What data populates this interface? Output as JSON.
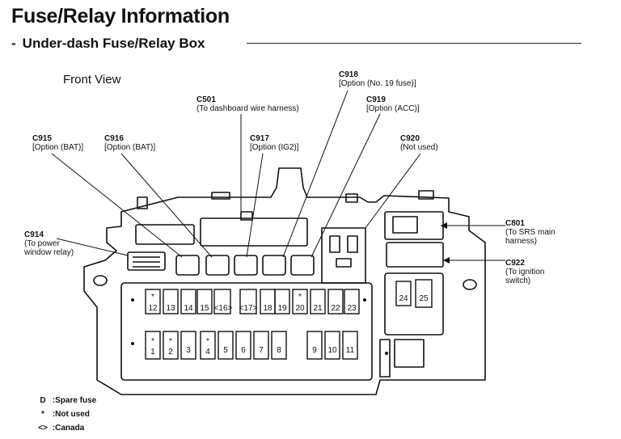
{
  "header": {
    "title": "Fuse/Relay Information",
    "subtitle_dash": "-",
    "subtitle": "Under-dash Fuse/Relay Box"
  },
  "view_label": "Front View",
  "connectors": {
    "c501": {
      "id": "C501",
      "desc": "(To dashboard wire harness)"
    },
    "c918": {
      "id": "C918",
      "desc": "[Option (No. 19 fuse)]"
    },
    "c919": {
      "id": "C919",
      "desc": "[Option (ACC)]"
    },
    "c915": {
      "id": "C915",
      "desc": "[Option (BAT)]"
    },
    "c916": {
      "id": "C916",
      "desc": "[Option (BAT)]"
    },
    "c917": {
      "id": "C917",
      "desc": "[Option (IG2)]"
    },
    "c920": {
      "id": "C920",
      "desc": "(Not used)"
    },
    "c914": {
      "id": "C914",
      "desc_lines": [
        "(To power",
        "window relay)"
      ]
    },
    "c801": {
      "id": "C801",
      "desc_lines": [
        "(To SRS main",
        "harness)"
      ]
    },
    "c922": {
      "id": "C922",
      "desc_lines": [
        "(To ignition",
        "switch)"
      ]
    }
  },
  "fuses_top": [
    "12",
    "13",
    "14",
    "15",
    "<16>",
    "<17>",
    "18",
    "19",
    "20",
    "21",
    "22",
    "23"
  ],
  "fuses_bottom": [
    "1",
    "2",
    "3",
    "4",
    "5",
    "6",
    "7",
    "8",
    "9",
    "10",
    "11"
  ],
  "fuses_right": [
    "24",
    "25"
  ],
  "legend": [
    {
      "symbol": "D",
      "text": ":Spare fuse"
    },
    {
      "symbol": "*",
      "text": ":Not used"
    },
    {
      "symbol": "<>",
      "text": ":Canada"
    }
  ]
}
